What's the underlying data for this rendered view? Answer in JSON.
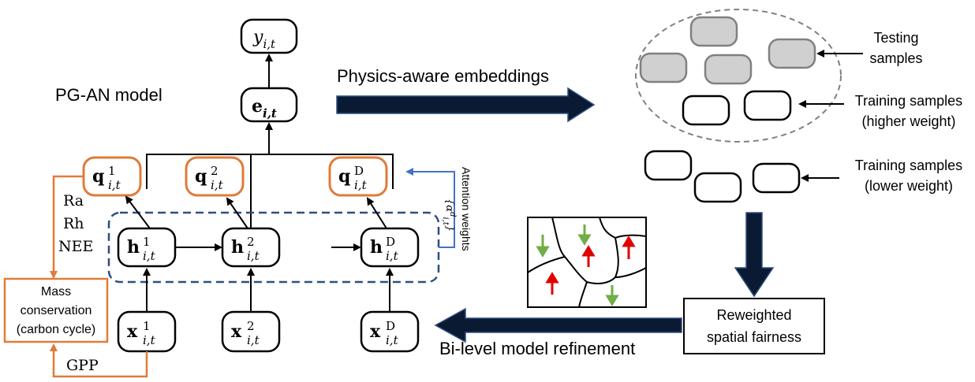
{
  "model": {
    "title": "PG-AN model",
    "output_node": {
      "sym": "y",
      "sub": "i,t"
    },
    "embedding_node": {
      "sym": "e",
      "sub": "i,t"
    },
    "q_nodes": [
      {
        "sym": "q",
        "sup": "1",
        "sub": "i,t"
      },
      {
        "sym": "q",
        "sup": "2",
        "sub": "i,t"
      },
      {
        "sym": "q",
        "sup": "D",
        "sub": "i,t"
      }
    ],
    "h_nodes": [
      {
        "sym": "h",
        "sup": "1",
        "sub": "i,t"
      },
      {
        "sym": "h",
        "sup": "2",
        "sub": "i,t"
      },
      {
        "sym": "h",
        "sup": "D",
        "sub": "i,t"
      }
    ],
    "x_nodes": [
      {
        "sym": "x",
        "sup": "1",
        "sub": "i,t"
      },
      {
        "sym": "x",
        "sup": "2",
        "sub": "i,t"
      },
      {
        "sym": "x",
        "sup": "D",
        "sub": "i,t"
      }
    ],
    "physics_vars": [
      "Ra",
      "Rh",
      "NEE"
    ],
    "mass_conservation": [
      "Mass",
      "conservation",
      "(carbon cycle)"
    ],
    "gpp_label": "GPP",
    "attention_label": "Attention weights",
    "attention_symbol": "{α",
    "attention_symbol_sup": "d",
    "attention_symbol_sub": "i,t",
    "attention_symbol_close": "}"
  },
  "flow": {
    "physics_embeddings": "Physics-aware embeddings",
    "bilevel_refinement": "Bi-level model refinement",
    "reweighted_box": [
      "Reweighted",
      "spatial fairness"
    ]
  },
  "samples": {
    "testing": [
      "Testing",
      "samples"
    ],
    "training_higher": [
      "Training samples",
      "(higher weight)"
    ],
    "training_lower": [
      "Training samples",
      "(lower weight)"
    ]
  },
  "colors": {
    "orange": "#E07B39",
    "dashed_blue": "#2F4F7F",
    "attention_blue": "#4472C4",
    "testing_fill": "#D0D0D0",
    "testing_stroke": "#808080",
    "arrow_dark": "#0B1A33",
    "green_arrow": "#70AD47",
    "red_arrow": "#E00000"
  },
  "icons": {
    "fairness_map": "partition-map-icon",
    "up_arrow": "red-up-arrow-icon",
    "down_arrow": "green-down-arrow-icon"
  }
}
